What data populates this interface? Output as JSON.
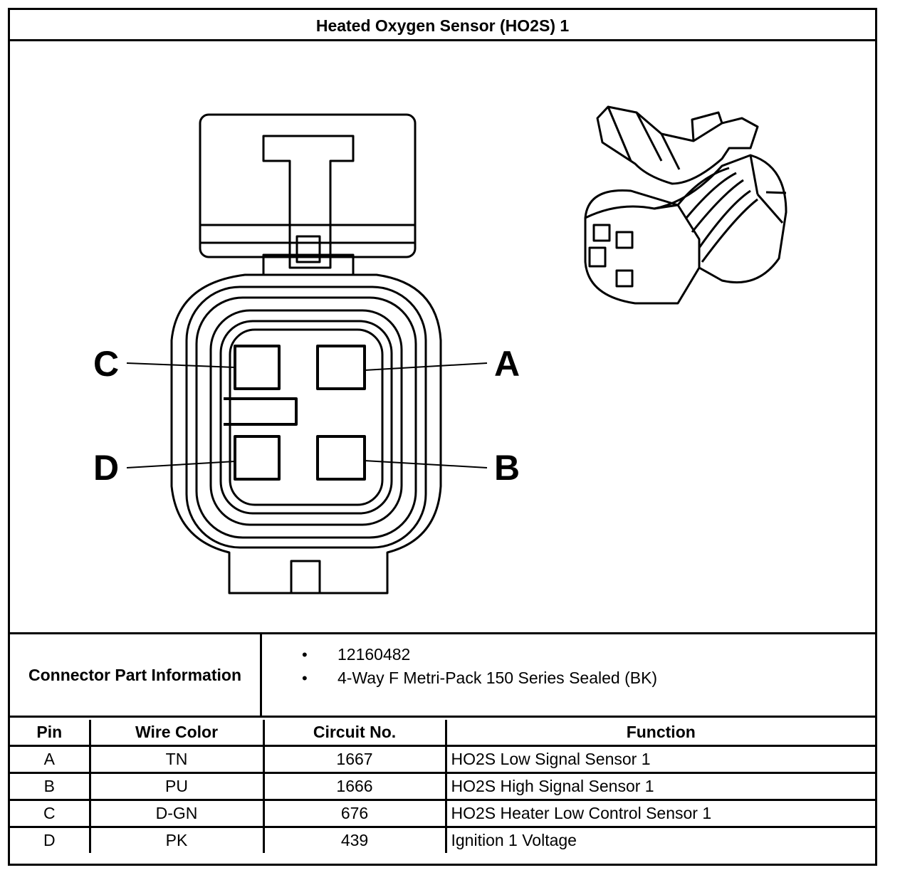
{
  "title": "Heated Oxygen Sensor (HO2S) 1",
  "pin_labels": {
    "a": "A",
    "b": "B",
    "c": "C",
    "d": "D"
  },
  "part_info": {
    "label": "Connector Part Information",
    "items": [
      "12160482",
      "4-Way F Metri-Pack 150 Series Sealed (BK)"
    ],
    "bullet": "•"
  },
  "table": {
    "headers": [
      "Pin",
      "Wire Color",
      "Circuit No.",
      "Function"
    ],
    "rows": [
      [
        "A",
        "TN",
        "1667",
        "HO2S Low Signal Sensor 1"
      ],
      [
        "B",
        "PU",
        "1666",
        "HO2S High Signal Sensor 1"
      ],
      [
        "C",
        "D-GN",
        "676",
        "HO2S Heater Low Control Sensor 1"
      ],
      [
        "D",
        "PK",
        "439",
        "Ignition 1 Voltage"
      ]
    ]
  },
  "colors": {
    "line": "#000000",
    "background": "#ffffff"
  }
}
